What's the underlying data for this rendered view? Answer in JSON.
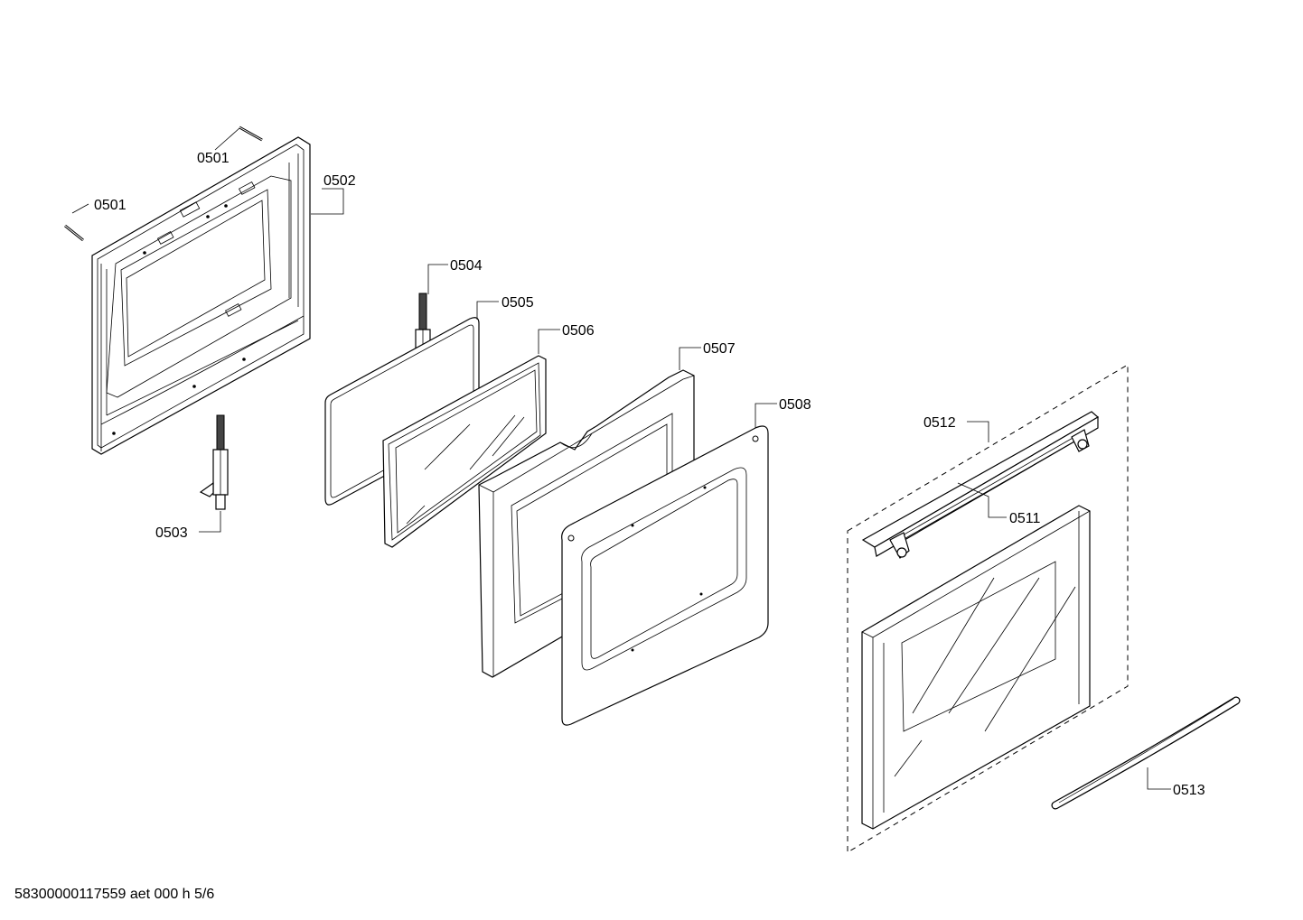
{
  "diagram": {
    "part_labels": {
      "p0501a": "0501",
      "p0501b": "0501",
      "p0502": "0502",
      "p0503": "0503",
      "p0504": "0504",
      "p0505": "0505",
      "p0506": "0506",
      "p0507": "0507",
      "p0508": "0508",
      "p0511": "0511",
      "p0512": "0512",
      "p0513": "0513"
    },
    "footer": "58300000117559 aet 000 h 5/6"
  }
}
